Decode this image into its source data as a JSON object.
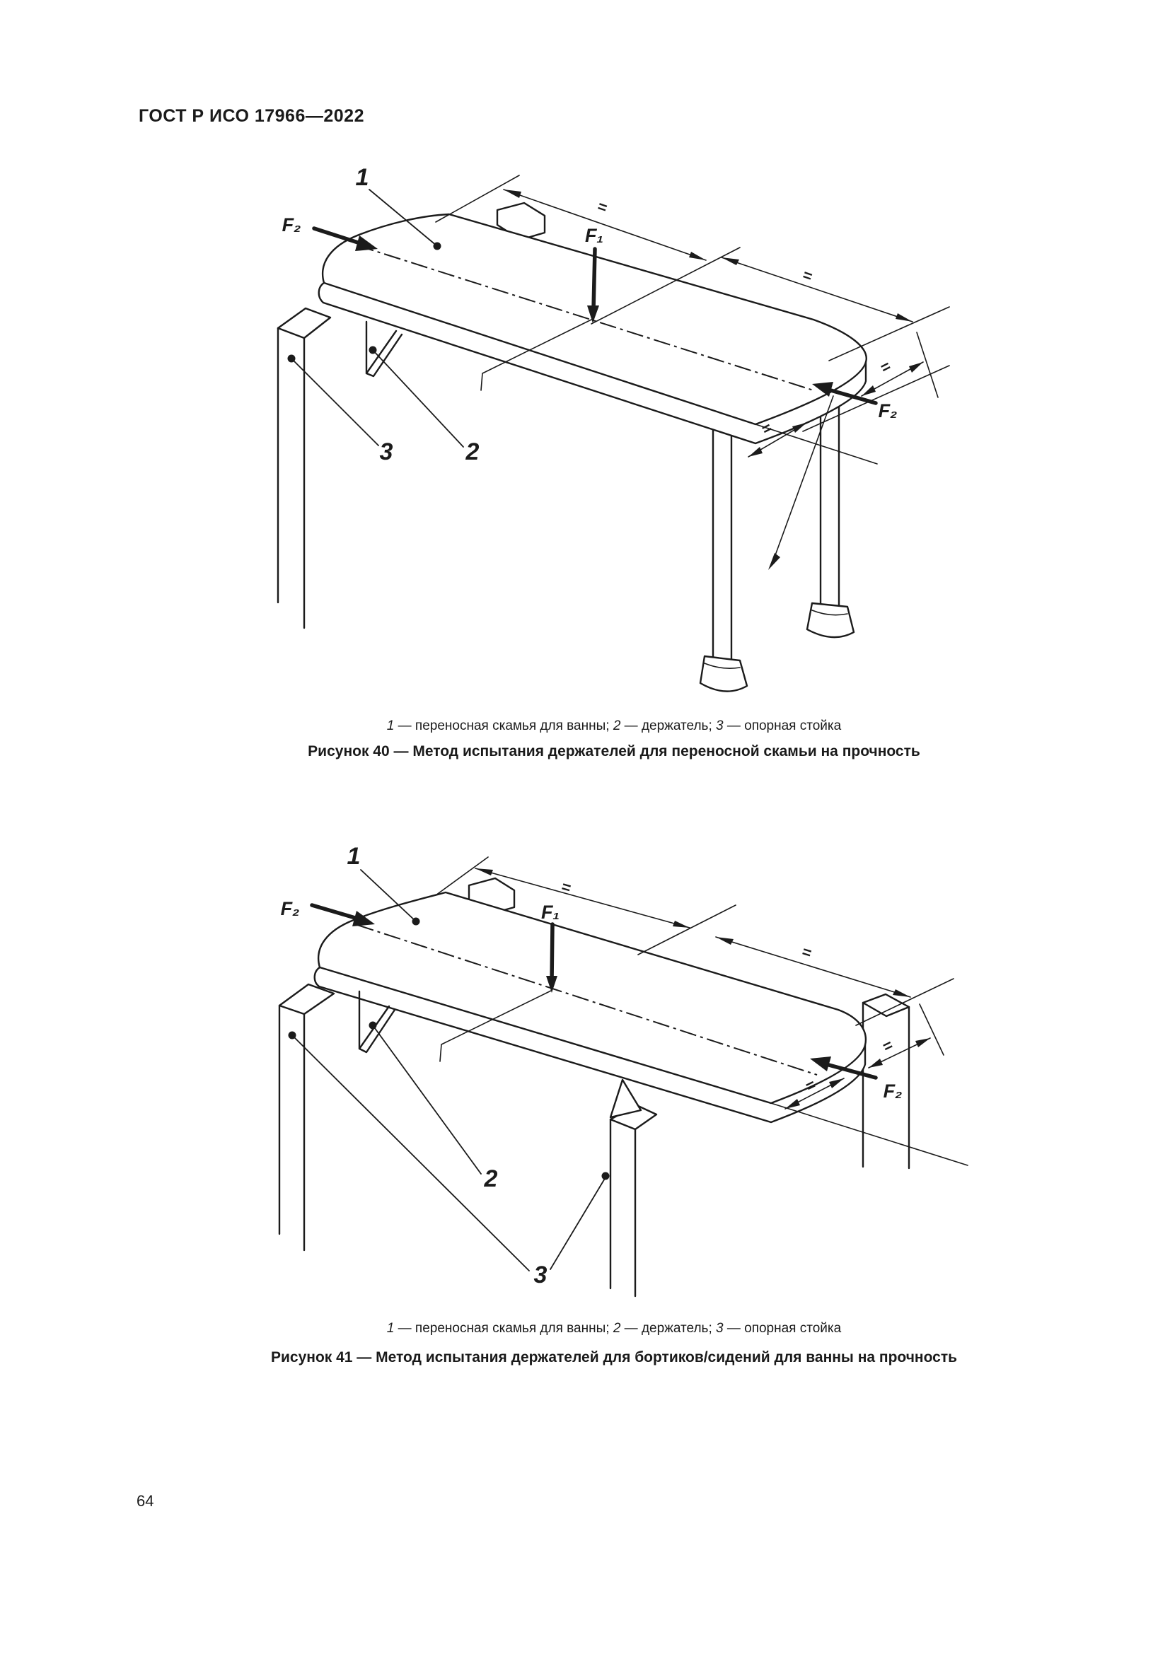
{
  "page": {
    "header": "ГОСТ Р ИСО 17966—2022",
    "page_number": "64"
  },
  "figure40": {
    "labels": {
      "part1": "1",
      "part2": "2",
      "part3": "3",
      "f1": "F₁",
      "f2": "F₂",
      "eq": "="
    },
    "legend": {
      "n1": "1",
      "t1": " — переносная скамья для ванны; ",
      "n2": "2",
      "t2": " — держатель; ",
      "n3": "3",
      "t3": " — опорная стойка"
    },
    "caption": "Рисунок 40 — Метод испытания держателей для переносной скамьи на прочность"
  },
  "figure41": {
    "labels": {
      "part1": "1",
      "part2": "2",
      "part3": "3",
      "f1": "F₁",
      "f2": "F₂",
      "eq": "="
    },
    "legend": {
      "n1": "1",
      "t1": " — переносная скамья для ванны; ",
      "n2": "2",
      "t2": " — держатель; ",
      "n3": "3",
      "t3": " — опорная стойка"
    },
    "caption": "Рисунок 41 — Метод испытания держателей для бортиков/сидений для ванны на прочность"
  }
}
